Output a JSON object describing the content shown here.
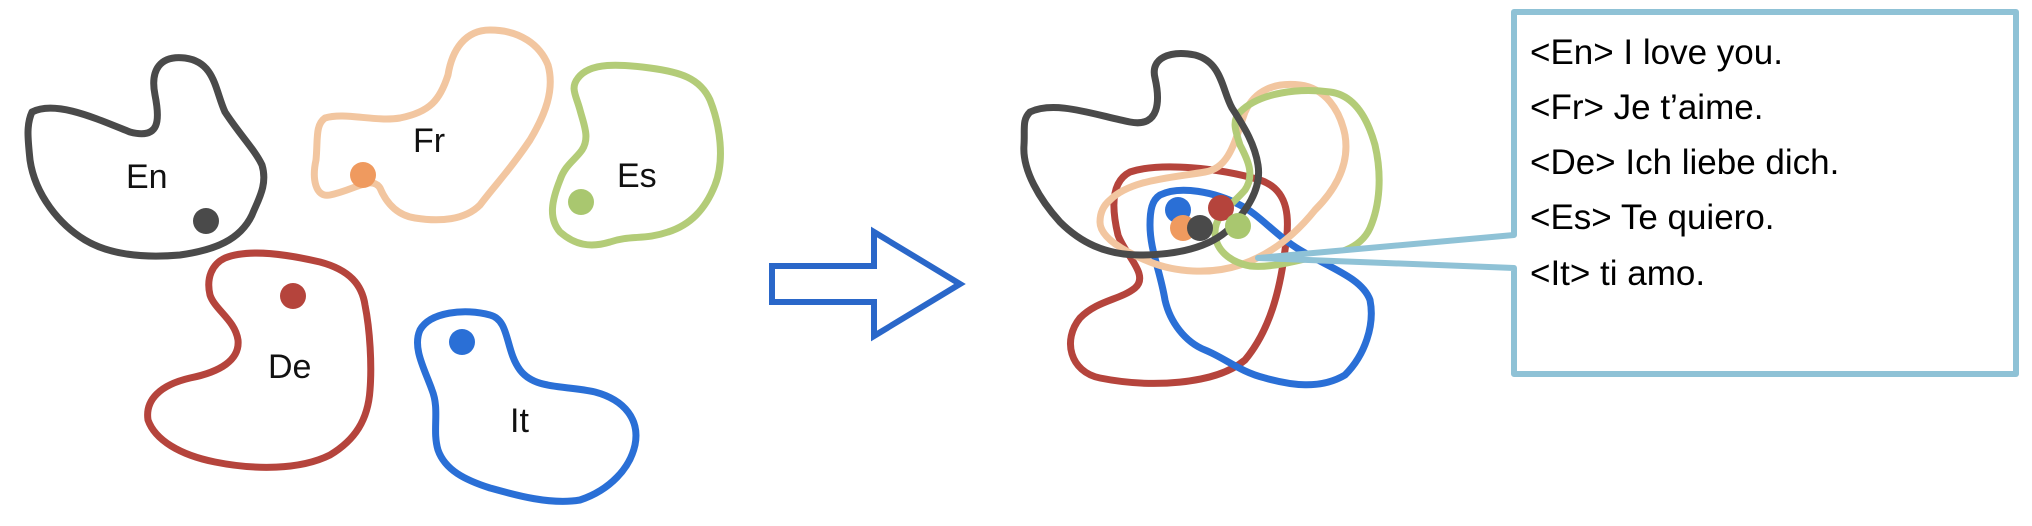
{
  "colors": {
    "en": "#4a4a4a",
    "fr": "#f2c6a0",
    "fr_dot": "#ef9a5f",
    "es": "#b3cc78",
    "es_dot": "#a9c76f",
    "de": "#b5443c",
    "it": "#2a6fd6",
    "arrow": "#2a67c9",
    "callout_border": "#8fc2d6"
  },
  "languages": {
    "en": "En",
    "fr": "Fr",
    "es": "Es",
    "de": "De",
    "it": "It"
  },
  "callout": {
    "lines": [
      "<En> I love you.",
      "<Fr> Je t’aime.",
      "<De> Ich liebe dich.",
      "<Es> Te quiero.",
      "<It> ti amo."
    ]
  }
}
